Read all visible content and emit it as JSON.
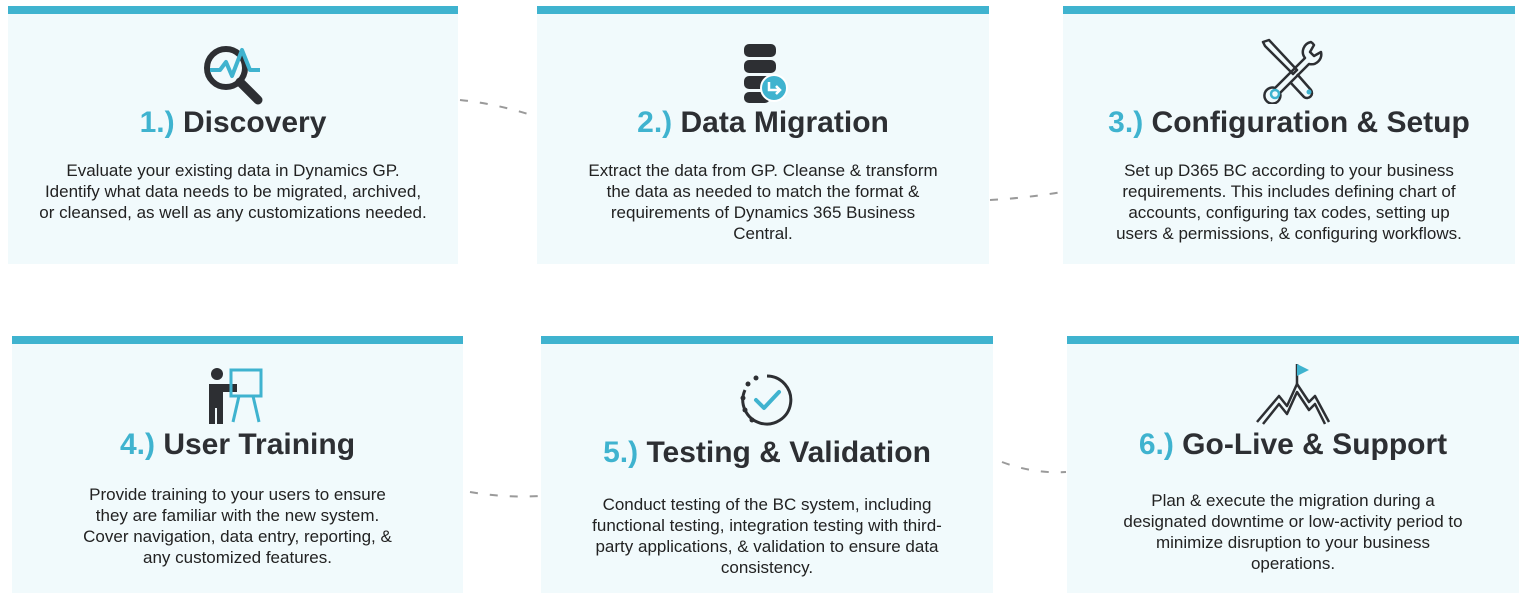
{
  "colors": {
    "accent": "#3fb3cf",
    "card_bg": "#f1fafc",
    "text": "#2d2f33",
    "connector": "#9a9a9a"
  },
  "steps": [
    {
      "number": "1.)",
      "title": "Discovery",
      "icon": "magnifier-chart-icon",
      "description": "Evaluate your existing data in Dynamics GP. Identify what data needs to be migrated, archived, or cleansed, as well as any customizations needed."
    },
    {
      "number": "2.)",
      "title": "Data Migration",
      "icon": "database-arrow-icon",
      "description": "Extract the data from GP. Cleanse & transform the data as needed to match the format & requirements of Dynamics 365 Business Central."
    },
    {
      "number": "3.)",
      "title": "Configuration & Setup",
      "icon": "wrench-screwdriver-icon",
      "description": "Set up D365 BC according to your business requirements. This includes defining chart of accounts, configuring tax codes, setting up users & permissions, & configuring workflows."
    },
    {
      "number": "4.)",
      "title": "User Training",
      "icon": "trainer-presentation-icon",
      "description": "Provide training to your users to ensure they are familiar with the new system. Cover navigation, data entry, reporting, & any customized features."
    },
    {
      "number": "5.)",
      "title": "Testing & Validation",
      "icon": "dashed-circle-check-icon",
      "description": "Conduct testing of the BC system, including functional testing, integration testing with third-party applications, & validation to ensure data consistency."
    },
    {
      "number": "6.)",
      "title": "Go-Live & Support",
      "icon": "mountain-flag-icon",
      "description": "Plan & execute the migration during a designated downtime or low-activity period to minimize disruption to your business operations."
    }
  ]
}
